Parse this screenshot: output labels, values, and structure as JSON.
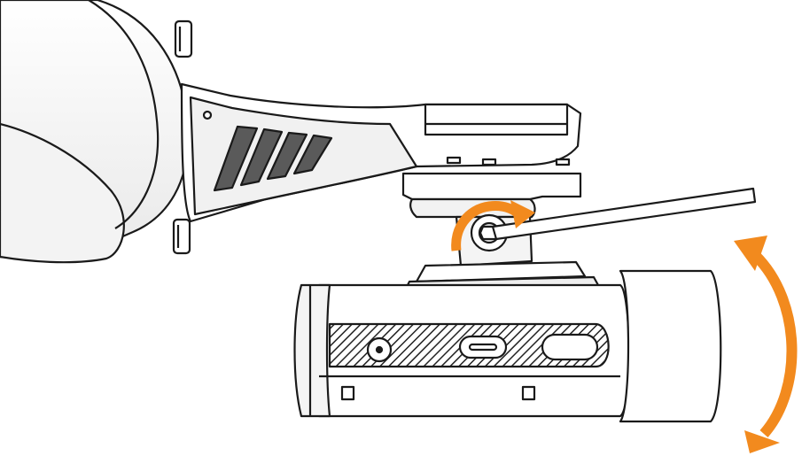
{
  "illustration": {
    "components": [
      "handlebar-clamp",
      "mount-arm",
      "mount-adapter",
      "hex-key",
      "camera-light",
      "rotation-arrow",
      "tilt-arrow"
    ],
    "colors": {
      "accent": "#F28A1E",
      "line": "#1a1a1a",
      "body_fill": "#ffffff",
      "shade_fill": "#e6e6e6",
      "background": "#ffffff"
    },
    "icons": [
      "rotate-arrow-icon",
      "tilt-double-arrow-icon",
      "power-button-icon",
      "usb-c-port-icon"
    ]
  }
}
